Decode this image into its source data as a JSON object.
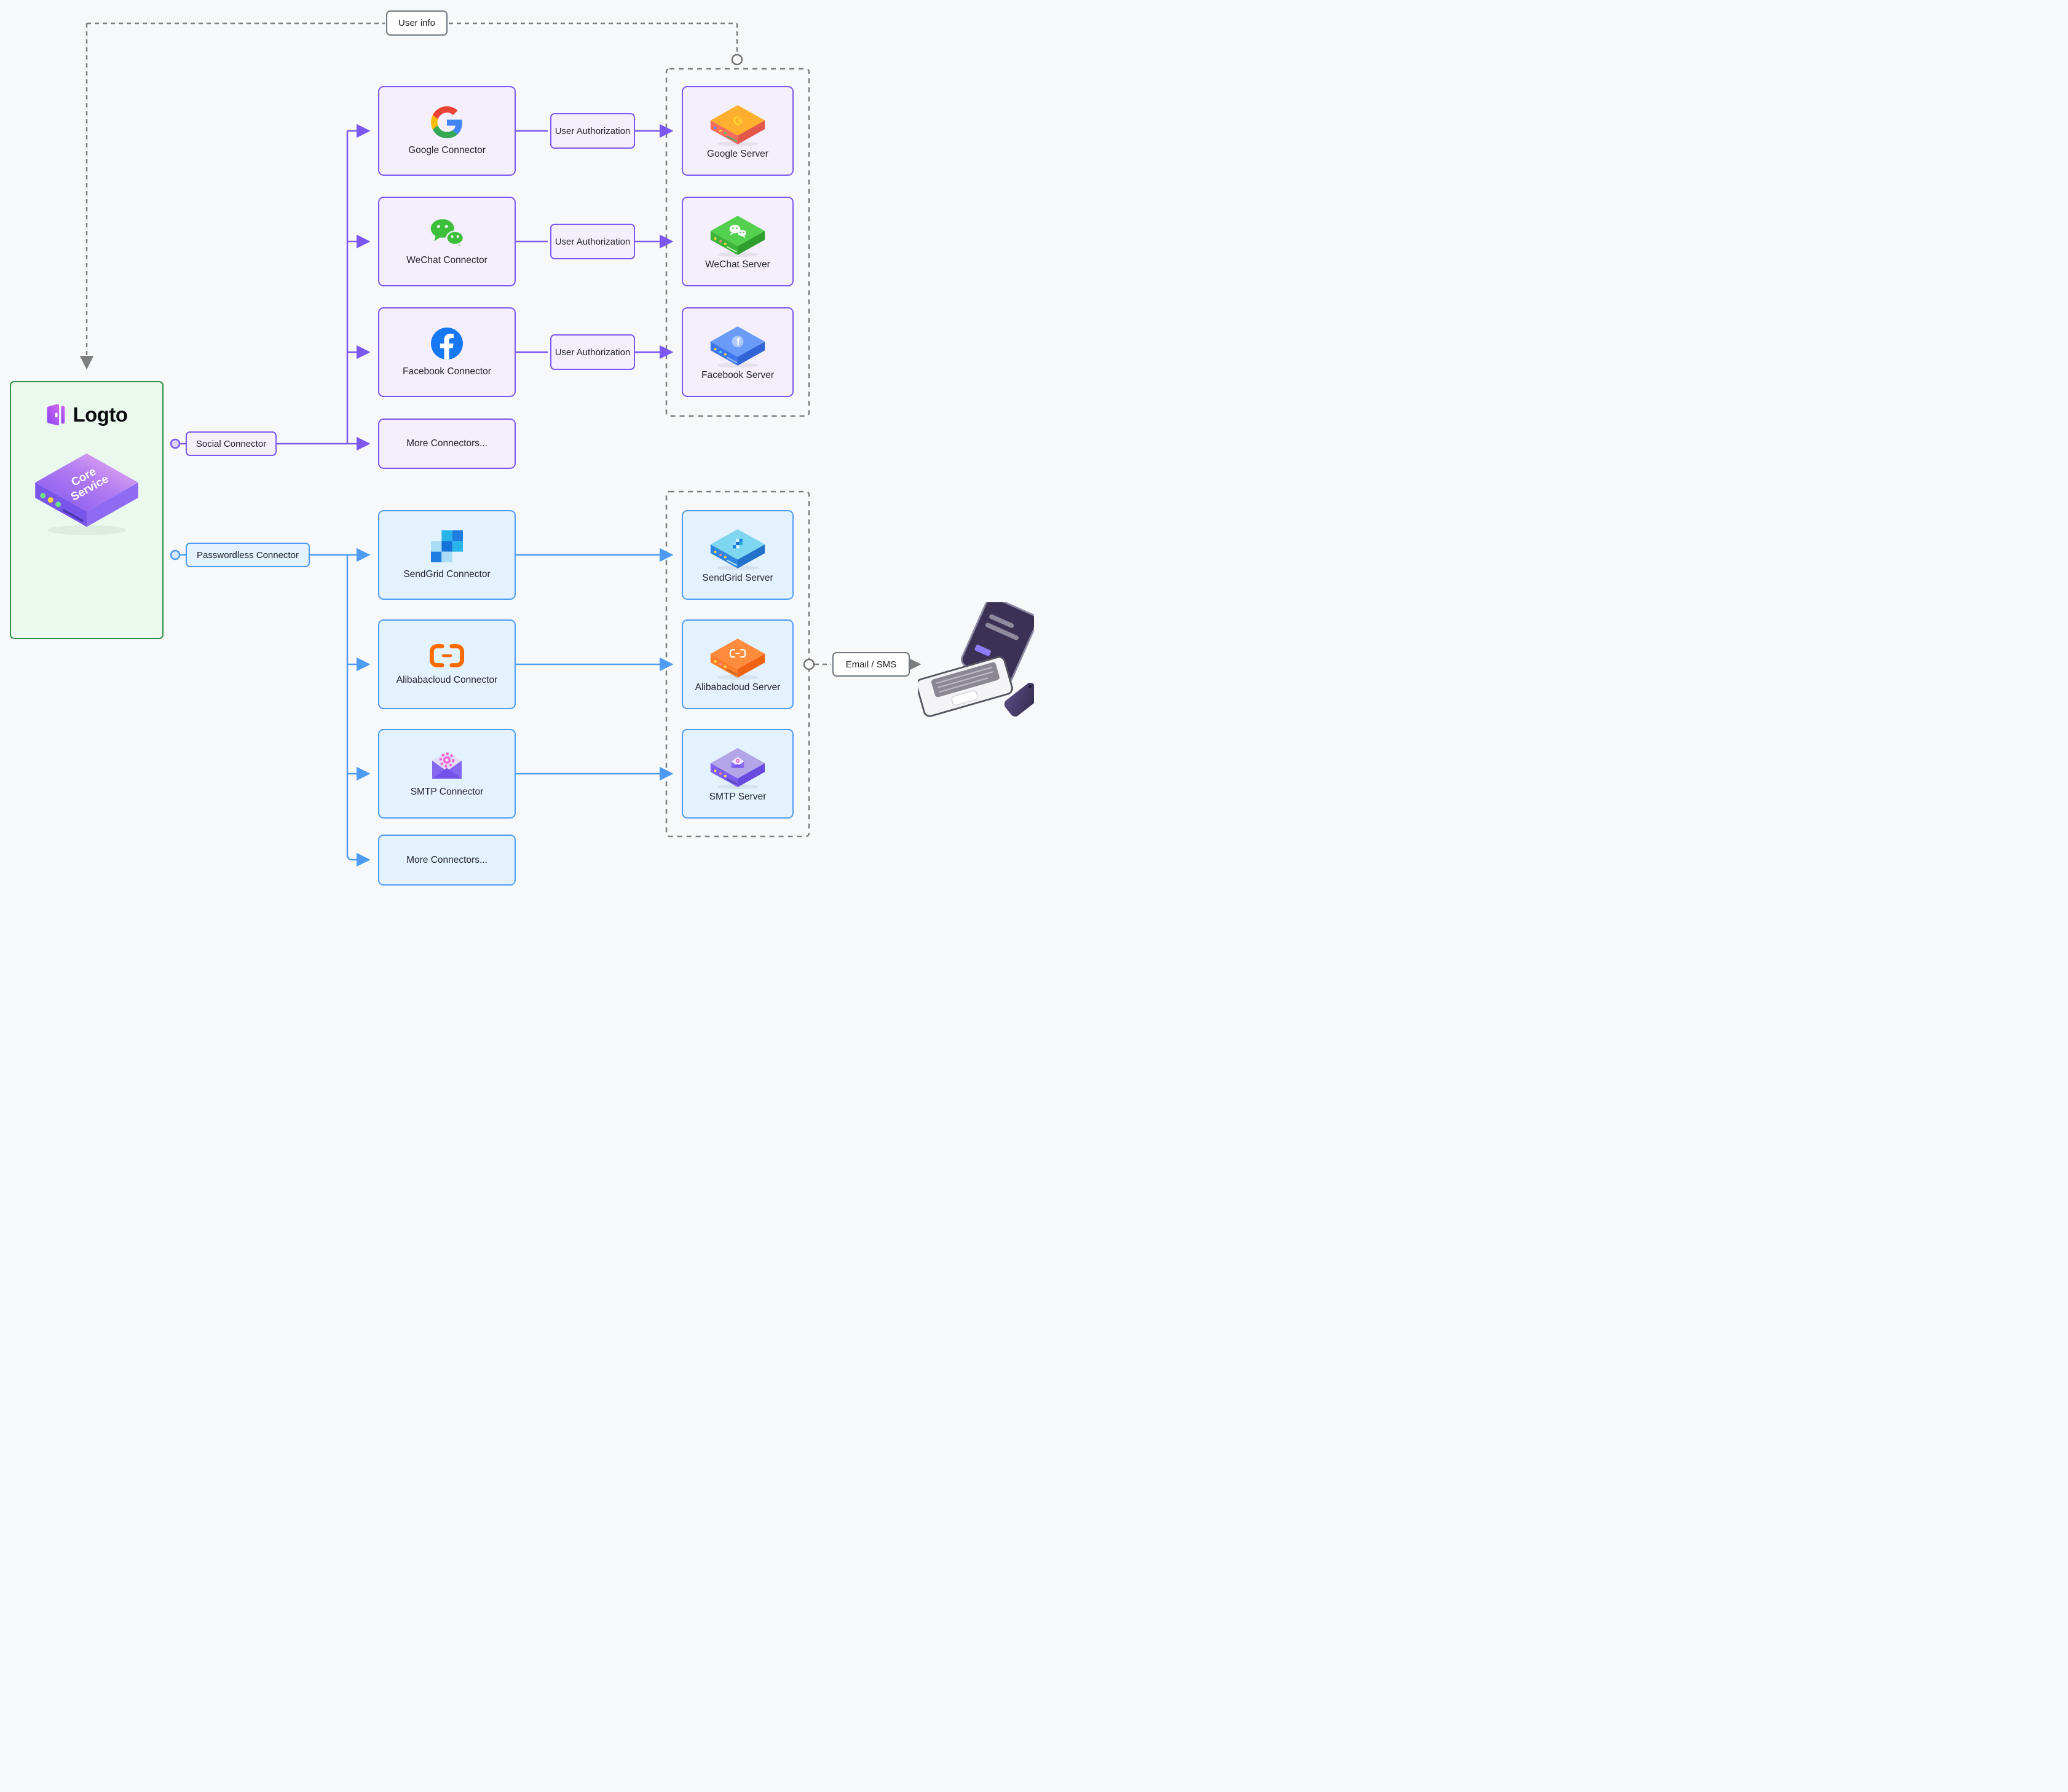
{
  "diagram": {
    "background_color": "#f7f8f9",
    "accent_colors": {
      "social": "#7c57f2",
      "social_fill": "#f5effb",
      "passwordless": "#4e9bf5",
      "passwordless_fill": "#e4f2fd",
      "logto_border": "#2f8f44",
      "logto_fill": "#eaf8ee",
      "neutral_line": "#7e7e7e"
    },
    "labels": {
      "user_info": "User info",
      "email_sms": "Email / SMS",
      "user_authorization": "User Authorization"
    }
  },
  "logto": {
    "brand": "Logto",
    "core_service": {
      "line1": "Core",
      "line2": "Service"
    }
  },
  "social": {
    "group_label": "Social Connector",
    "connectors": [
      {
        "label": "Google Connector",
        "icon": "google-logo-icon"
      },
      {
        "label": "WeChat Connector",
        "icon": "wechat-logo-icon"
      },
      {
        "label": "Facebook Connector",
        "icon": "facebook-logo-icon"
      },
      {
        "label": "More Connectors..."
      }
    ],
    "servers": [
      {
        "label": "Google Server",
        "icon": "google-server-icon"
      },
      {
        "label": "WeChat Server",
        "icon": "wechat-server-icon"
      },
      {
        "label": "Facebook Server",
        "icon": "facebook-server-icon"
      }
    ]
  },
  "passwordless": {
    "group_label": "Passwordless Connector",
    "connectors": [
      {
        "label": "SendGrid Connector",
        "icon": "sendgrid-logo-icon"
      },
      {
        "label": "Alibabacloud Connector",
        "icon": "alibabacloud-logo-icon"
      },
      {
        "label": "SMTP Connector",
        "icon": "smtp-logo-icon"
      },
      {
        "label": "More Connectors..."
      }
    ],
    "servers": [
      {
        "label": "SendGrid Server",
        "icon": "sendgrid-server-icon"
      },
      {
        "label": "Alibabacloud Server",
        "icon": "alibabacloud-server-icon"
      },
      {
        "label": "SMTP Server",
        "icon": "smtp-server-icon"
      }
    ]
  }
}
